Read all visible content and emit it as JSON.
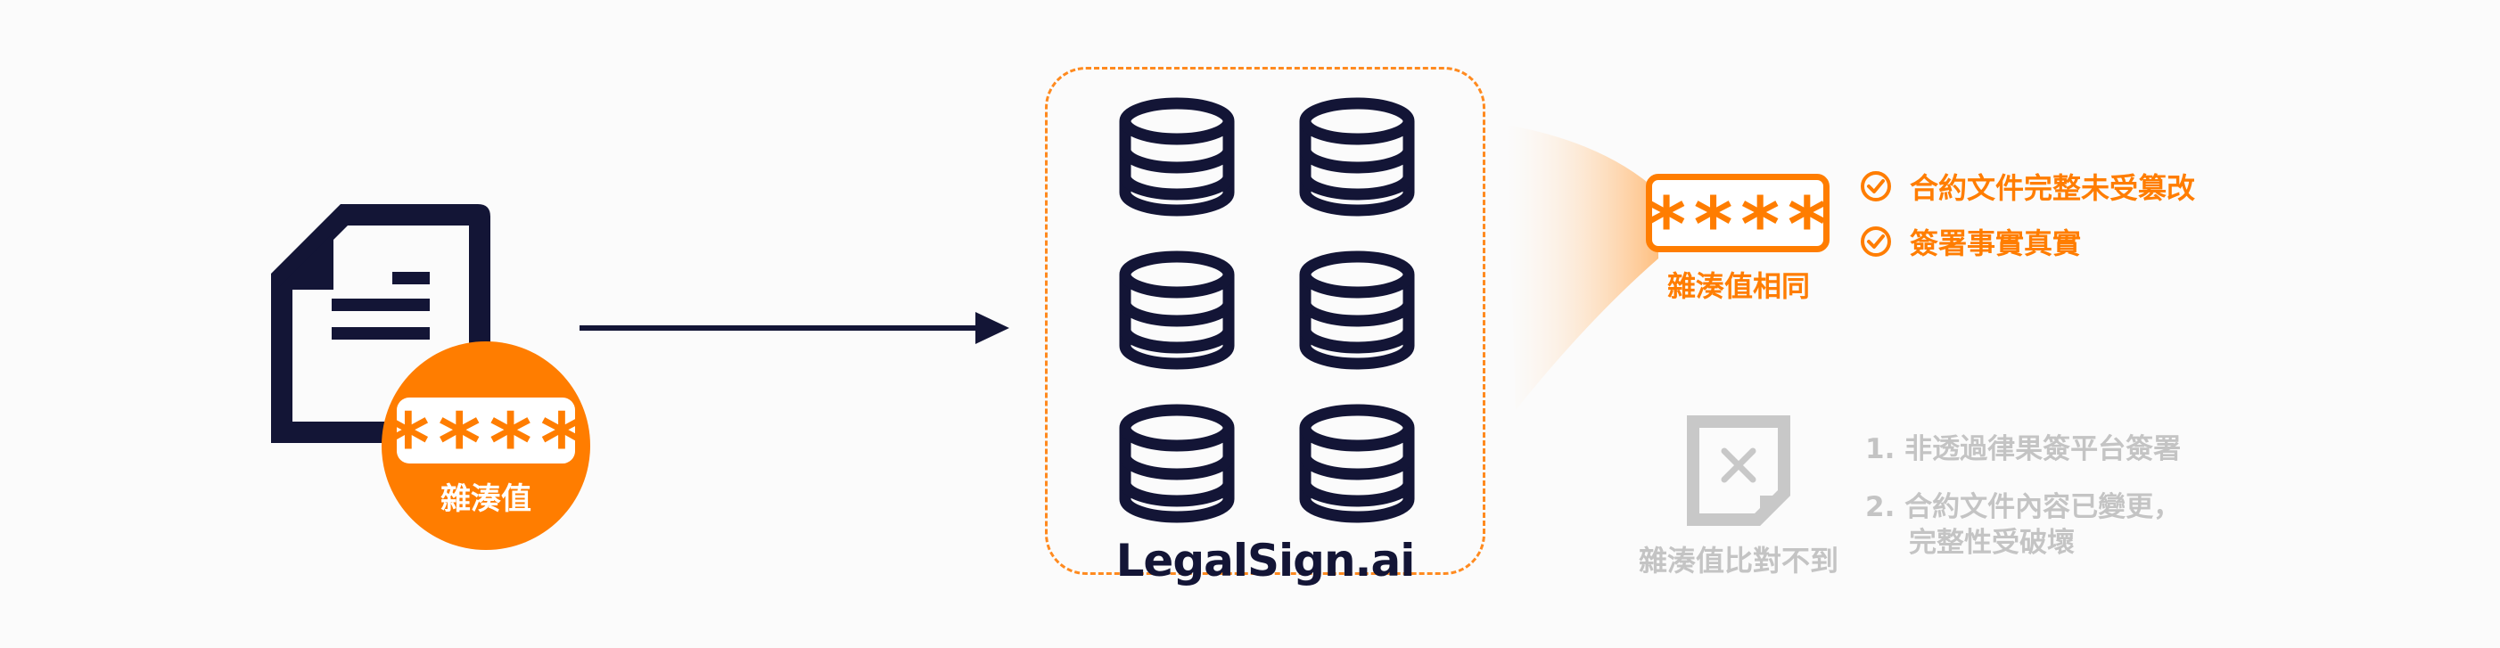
{
  "colors": {
    "accent": "#ff7d00",
    "navy": "#131536",
    "muted": "#c4c4c4",
    "background": "#fbfbfb"
  },
  "source": {
    "icon": "document-icon",
    "hash_symbol": "****",
    "hash_label": "雜湊值"
  },
  "chain": {
    "icon": "database-icon",
    "node_count": 6,
    "brand": "LegalSign.ai"
  },
  "match": {
    "hash_symbol": "****",
    "label": "雜湊值相同",
    "checks": [
      {
        "icon": "check-circle-icon",
        "text": "合約文件完整未受篡改"
      },
      {
        "icon": "check-circle-icon",
        "text": "簽署事實真實"
      }
    ]
  },
  "mismatch": {
    "icon": "invalid-document-icon",
    "label": "雜湊值比對不到",
    "lines": [
      "1. 非透過律果簽平台簽署",
      "2. 合約文件內容已變更，",
      "完整性受破壞"
    ]
  }
}
